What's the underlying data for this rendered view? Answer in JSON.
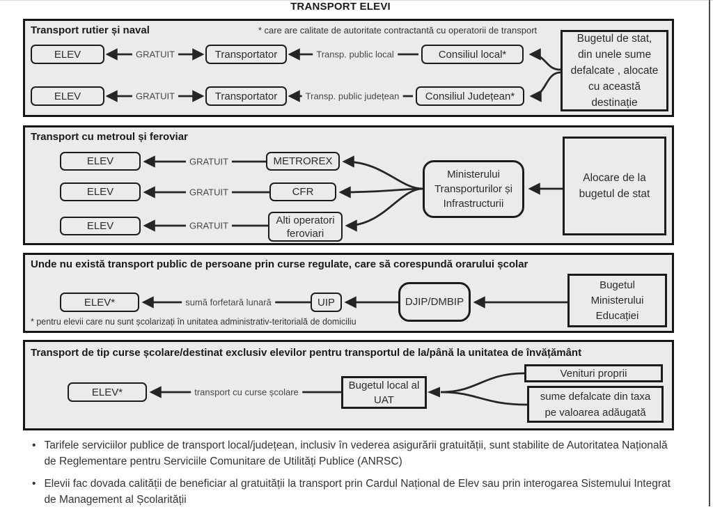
{
  "title": "TRANSPORT ELEVI",
  "colors": {
    "panel_background": "#ebebeb",
    "border": "#161616",
    "line": "#252525",
    "text": "#2b2b2b"
  },
  "section1": {
    "heading": "Transport rutier și naval",
    "note": "* care are calitate de autoritate contractantă cu operatorii de transport",
    "row1": {
      "elev": "ELEV",
      "gratuit": "GRATUIT",
      "transporter": "Transportator",
      "service": "Transp. public local",
      "council": "Consiliul local*"
    },
    "row2": {
      "elev": "ELEV",
      "gratuit": "GRATUIT",
      "transporter": "Transportator",
      "service": "Transp. public județean",
      "council": "Consiliul Județean*"
    },
    "budget_lines": [
      "Bugetul de stat,",
      "din unele sume",
      "defalcate , alocate",
      "cu această",
      "destinație"
    ]
  },
  "section2": {
    "heading": "Transport cu metroul și feroviar",
    "row1": {
      "elev": "ELEV",
      "gratuit": "GRATUIT",
      "operator": "METROREX"
    },
    "row2": {
      "elev": "ELEV",
      "gratuit": "GRATUIT",
      "operator": "CFR"
    },
    "row3": {
      "elev": "ELEV",
      "gratuit": "GRATUIT",
      "operator_lines": [
        "Alti operatori",
        "feroviari"
      ]
    },
    "ministry_lines": [
      "Ministerului",
      "Transporturilor și",
      "Infrastructurii"
    ],
    "allocation_lines": [
      "Alocare de la",
      "bugetul de stat"
    ]
  },
  "section3": {
    "heading": "Unde nu există transport public de persoane prin curse regulate, care să corespundă orarului școlar",
    "elev": "ELEV*",
    "edge": "sumă forfetară lunară",
    "uip": "UIP",
    "djip": "DJIP/DMBIP",
    "budget_lines": [
      "Bugetul",
      "Ministerului",
      "Educației"
    ],
    "footnote": "* pentru elevii care nu sunt școlarizați în unitatea administrativ-teritorială de domiciliu"
  },
  "section4": {
    "heading": "Transport de tip curse școlare/destinat exclusiv elevilor pentru transportul de la/până la unitatea de învățământ",
    "elev": "ELEV*",
    "edge": "transport cu curse școlare",
    "budget_lines": [
      "Bugetul local al",
      "UAT"
    ],
    "source1": "Venituri proprii",
    "source2_lines": [
      "sume defalcate din taxa",
      "pe valoarea adăugată"
    ]
  },
  "bullets": [
    "Tarifele serviciilor publice de transport local/județean, inclusiv în vederea asigurării gratuității, sunt stabilite de Autoritatea Națională de Reglementare pentru Serviciile Comunitare de Utilități Publice (ANRSC)",
    "Elevii fac dovada calității de beneficiar al gratuității la transport prin Cardul Național de Elev sau prin interogarea Sistemului Integrat de Management al Școlarității"
  ]
}
